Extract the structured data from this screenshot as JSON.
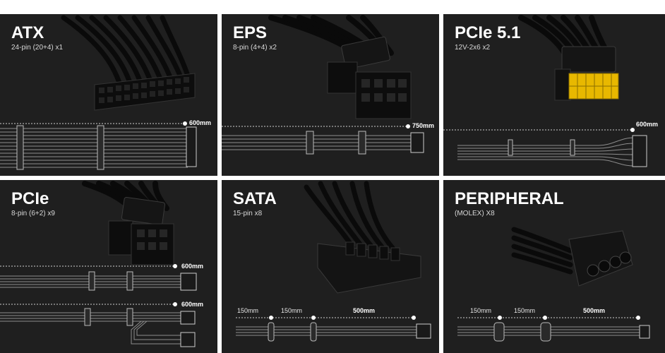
{
  "panels": [
    {
      "title": "ATX",
      "subtitle": "24-pin (20+4) x1",
      "lengths": [
        "600mm"
      ]
    },
    {
      "title": "EPS",
      "subtitle": "8-pin (4+4) x2",
      "lengths": [
        "750mm"
      ]
    },
    {
      "title": "PCIe 5.1",
      "subtitle": "12V-2x6 x2",
      "lengths": [
        "600mm"
      ]
    },
    {
      "title": "PCIe",
      "subtitle": "8-pin (6+2) x9",
      "lengths": [
        "600mm",
        "600mm"
      ]
    },
    {
      "title": "SATA",
      "subtitle": "15-pin x8",
      "lengths": [
        "150mm",
        "150mm",
        "500mm"
      ]
    },
    {
      "title": "PERIPHERAL",
      "subtitle": "(MOLEX) X8",
      "lengths": [
        "150mm",
        "150mm",
        "500mm"
      ]
    }
  ],
  "colors": {
    "panel": "#1f1f1f",
    "gap": "#ffffff",
    "accent": "#e8b800"
  }
}
